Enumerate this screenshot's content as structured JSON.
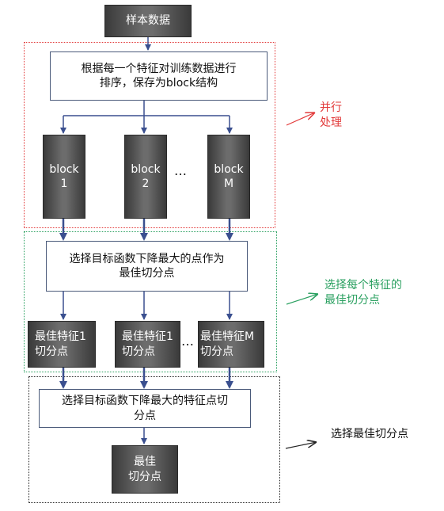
{
  "colors": {
    "red_region": "#e23a3a",
    "green_region": "#2aa060",
    "black_region": "#222222",
    "arrow": "#3a4f8f"
  },
  "nodes": {
    "sample_data": "样本数据",
    "sort_step": "根据每一个特征对训练数据进行\n排序，保存为block结构",
    "block_1": "block\n1",
    "block_2": "block\n2",
    "block_m": "block\nM",
    "ellipsis_blocks": "…",
    "select_step": "选择目标函数下降最大的点作为\n最佳切分点",
    "best_split_1a": "最佳特征1\n切分点",
    "best_split_1b": "最佳特征1\n切分点",
    "best_split_m": "最佳特征M\n切分点",
    "ellipsis_splits": "…",
    "final_select_step": "选择目标函数下降最大的特征点切\n分点",
    "final_best": "最佳\n切分点"
  },
  "annotations": {
    "parallel": "并行\n处理",
    "per_feature": "选择每个特征的\n最佳切分点",
    "final": "选择最佳切分点"
  }
}
